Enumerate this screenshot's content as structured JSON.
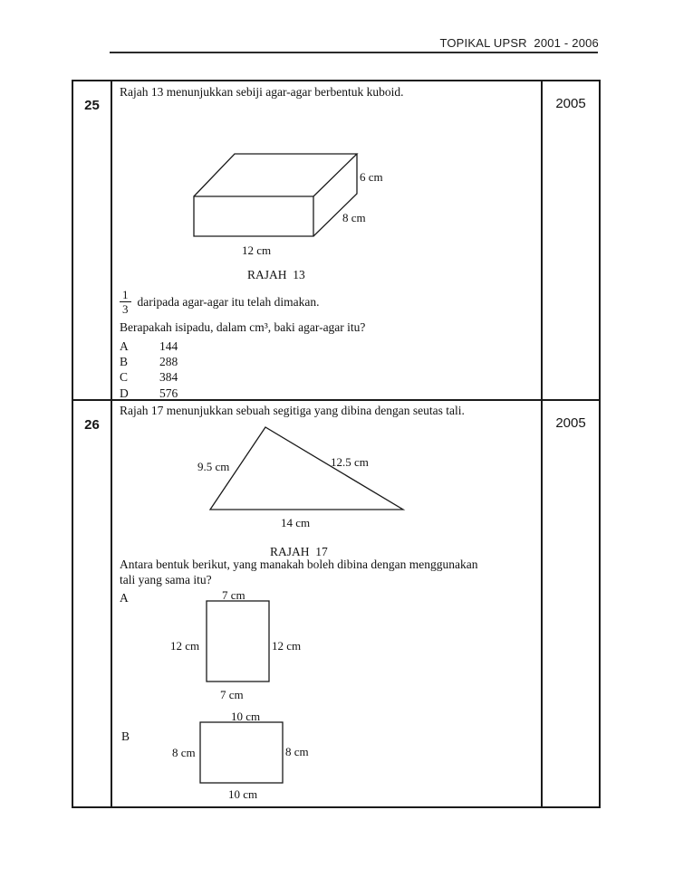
{
  "header": {
    "title": "TOPIKAL UPSR  2001 - 2006"
  },
  "q25": {
    "number": "25",
    "year": "2005",
    "intro": "Rajah 13 menunjukkan sebiji agar-agar berbentuk kuboid.",
    "cuboid_labels": {
      "height": "6 cm",
      "depth": "8 cm",
      "width": "12 cm"
    },
    "caption": "RAJAH  13",
    "fraction": {
      "num": "1",
      "den": "3",
      "text": "daripada agar-agar itu telah dimakan."
    },
    "question": "Berapakah isipadu, dalam cm³, baki agar-agar itu?",
    "options": [
      {
        "letter": "A",
        "value": "144"
      },
      {
        "letter": "B",
        "value": "288"
      },
      {
        "letter": "C",
        "value": "384"
      },
      {
        "letter": "D",
        "value": "576"
      }
    ]
  },
  "q26": {
    "number": "26",
    "year": "2005",
    "intro": "Rajah 17 menunjukkan sebuah segitiga yang dibina dengan seutas tali.",
    "triangle_labels": {
      "left": "9.5 cm",
      "right": "12.5 cm",
      "base": "14 cm"
    },
    "caption": "RAJAH  17",
    "question_line1": "Antara bentuk berikut, yang manakah boleh dibina dengan menggunakan",
    "question_line2": "tali yang sama itu?",
    "shape_a": {
      "letter": "A",
      "top": "7 cm",
      "left": "12 cm",
      "right": "12 cm",
      "bottom": "7 cm"
    },
    "shape_b": {
      "letter": "B",
      "top": "10 cm",
      "left": "8 cm",
      "right": "8 cm",
      "bottom": "10 cm"
    }
  }
}
